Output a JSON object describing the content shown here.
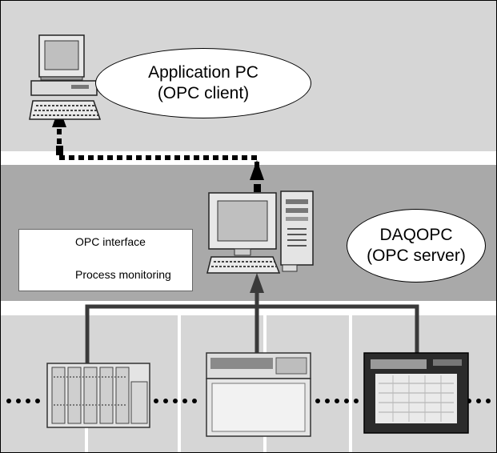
{
  "client": {
    "line1": "Application PC",
    "line2": "(OPC client)"
  },
  "server": {
    "line1": "DAQOPC",
    "line2": "(OPC server)"
  },
  "legend": {
    "opc_interface": "OPC interface",
    "process_monitoring": "Process monitoring"
  },
  "colors": {
    "top_band": "#d6d6d6",
    "middle_band": "#a9a9a9",
    "bottom_band": "#d6d6d6",
    "connector": "#000000"
  }
}
